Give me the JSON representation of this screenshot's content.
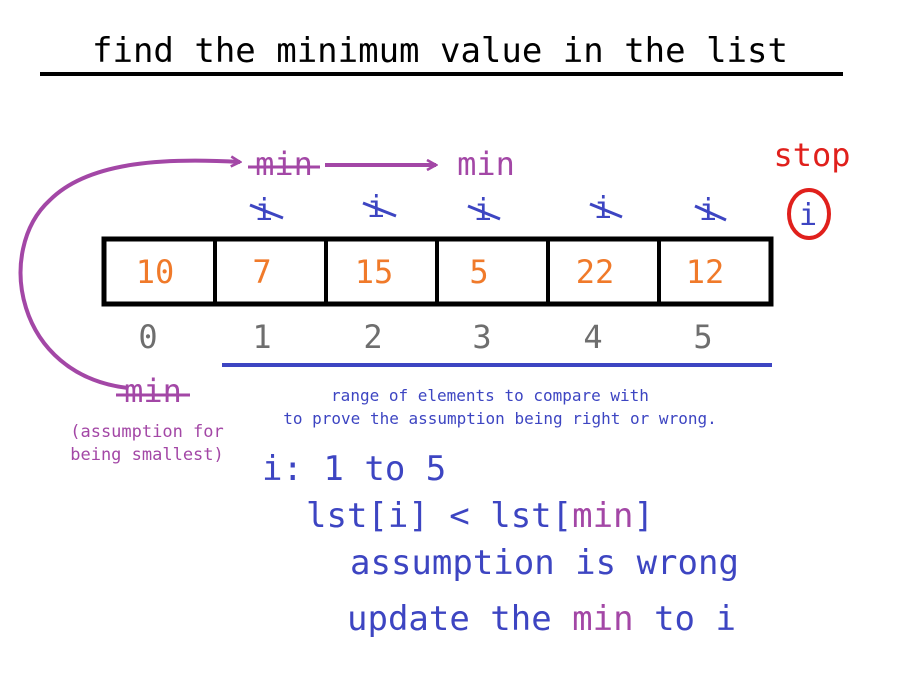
{
  "title": "find the minimum value in the list",
  "colors": {
    "black": "#000000",
    "orange": "#f07a2a",
    "gray": "#6e6e6e",
    "blue": "#3d45c2",
    "purple": "#a347a6",
    "red": "#e0201c"
  },
  "list": {
    "values": [
      "10",
      "7",
      "15",
      "5",
      "22",
      "12"
    ],
    "indices": [
      "0",
      "1",
      "2",
      "3",
      "4",
      "5"
    ]
  },
  "pointers": {
    "min_label": "min",
    "i_label": "i",
    "stop_label": "stop"
  },
  "notes": {
    "assumption_line1": "(assumption for",
    "assumption_line2": "being smallest)",
    "range_line1": "range of elements to compare with",
    "range_line2": "to prove the assumption being right or wrong."
  },
  "code": {
    "loop": "i: 1 to 5",
    "cond_prefix": "lst[i] < lst[",
    "cond_min": "min",
    "cond_suffix": "]",
    "wrong": "assumption is wrong",
    "update_prefix": "update the ",
    "update_min": "min",
    "update_suffix": " to i"
  }
}
